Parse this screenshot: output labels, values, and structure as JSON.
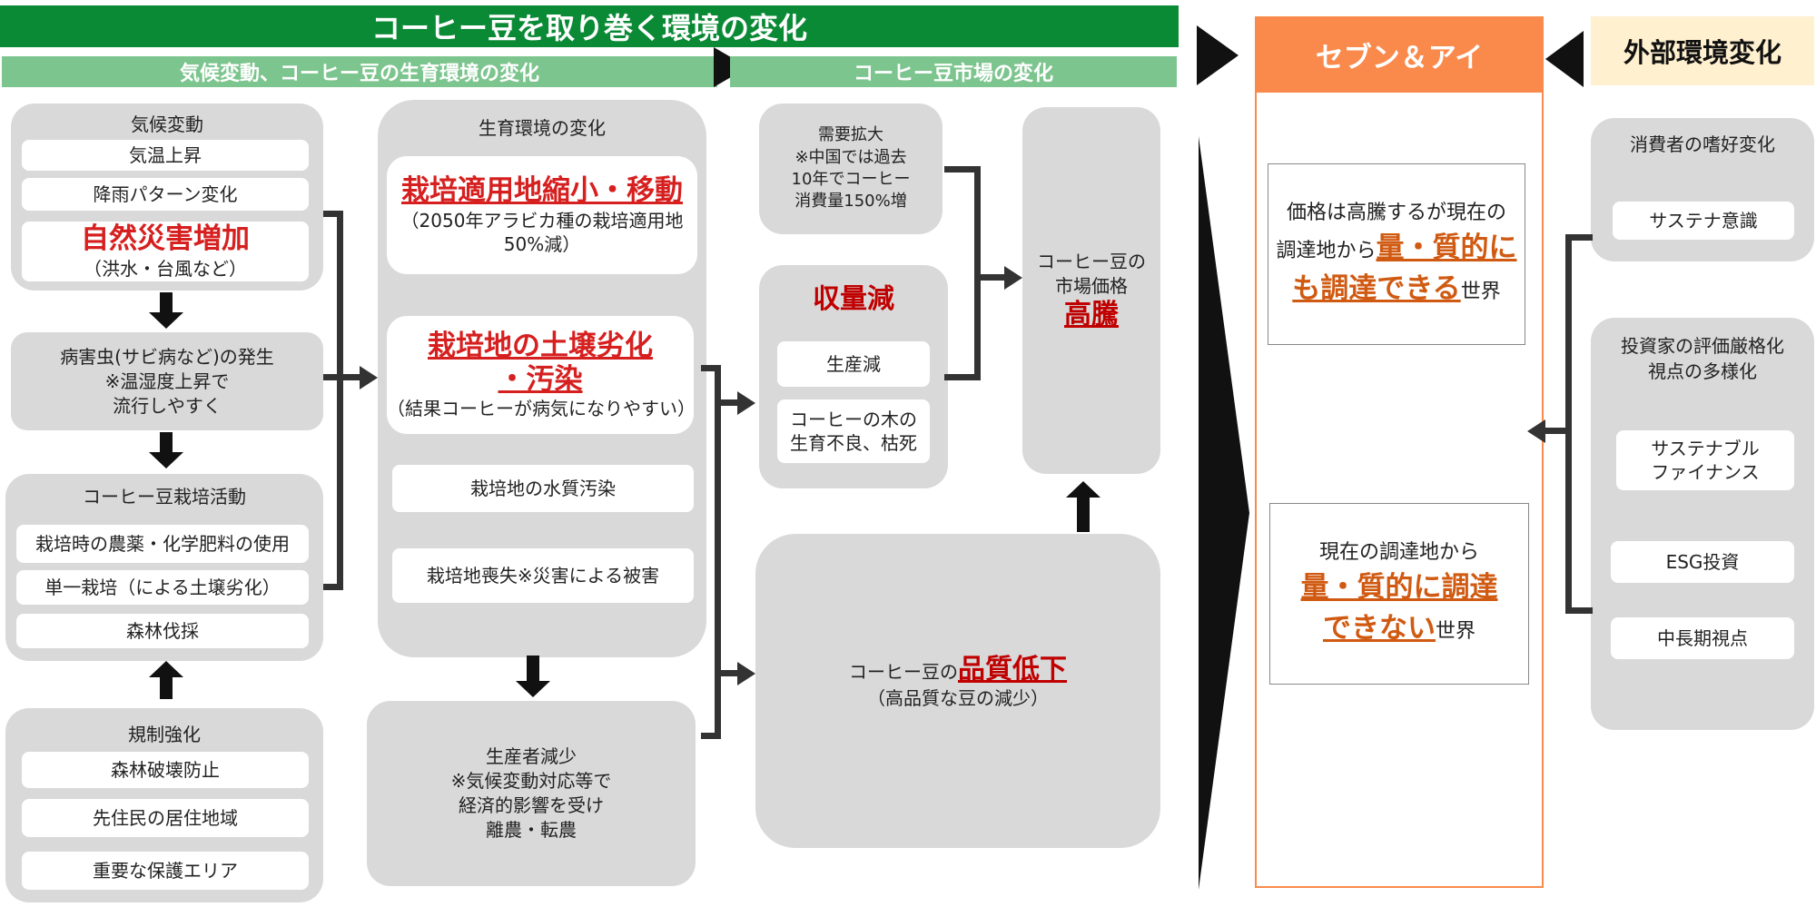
{
  "header": {
    "title": "コーヒー豆を取り巻く環境の変化",
    "sub_left": "気候変動、コーヒー豆の生育環境の変化",
    "sub_right": "コーヒー豆市場の変化",
    "seven": "セブン＆アイ",
    "external": "外部環境変化"
  },
  "climate": {
    "title": "気候変動",
    "item1": "気温上昇",
    "item2": "降雨パターン変化",
    "disaster": "自然災害増加",
    "disaster_note": "（洪水・台風など）"
  },
  "pest": {
    "line1": "病害虫(サビ病など)の発生",
    "line2": "※温湿度上昇で",
    "line3": "流行しやすく"
  },
  "cultivation": {
    "title": "コーヒー豆栽培活動",
    "item1": "栽培時の農薬・化学肥料の使用",
    "item2": "単一栽培（による土壌劣化）",
    "item3": "森林伐採"
  },
  "regulation": {
    "title": "規制強化",
    "item1": "森林破壊防止",
    "item2": "先住民の居住地域",
    "item3": "重要な保護エリア"
  },
  "growth": {
    "title": "生育環境の変化",
    "box1_title": "栽培適用地縮小・移動",
    "box1_note1": "（2050年アラビカ種の栽培適用地",
    "box1_note2": "50%減）",
    "box2_title1": "栽培地の土壌劣化",
    "box2_title2": "・汚染",
    "box2_note": "（結果コーヒーが病気になりやすい）",
    "box3": "栽培地の水質汚染",
    "box4": "栽培地喪失※災害による被害"
  },
  "producer": {
    "line1": "生産者減少",
    "line2": "※気候変動対応等で",
    "line3": "経済的影響を受け",
    "line4": "離農・転農"
  },
  "demand": {
    "line1": "需要拡大",
    "line2": "※中国では過去",
    "line3": "10年でコーヒー",
    "line4": "消費量150%増"
  },
  "yield": {
    "title": "収量減",
    "item1": "生産減",
    "item2_1": "コーヒーの木の",
    "item2_2": "生育不良、枯死"
  },
  "price": {
    "line1": "コーヒー豆の",
    "line2": "市場価格",
    "line3": "高騰"
  },
  "quality": {
    "prefix": "コーヒー豆の",
    "title": "品質低下",
    "note": "（高品質な豆の減少）"
  },
  "seven_scenarios": {
    "s1_l1": "価格は高騰するが現在の",
    "s1_l2a": "調達地から",
    "s1_l2b": "量・質的に",
    "s1_l3a": "も調達できる",
    "s1_l3b": "世界",
    "s2_l1": "現在の調達地から",
    "s2_l2": "量・質的に調達",
    "s2_l3a": "できない",
    "s2_l3b": "世界"
  },
  "consumer": {
    "title": "消費者の嗜好変化",
    "item1": "サステナ意識"
  },
  "investor": {
    "title1": "投資家の評価厳格化",
    "title2": "視点の多様化",
    "item1_1": "サステナブル",
    "item1_2": "ファイナンス",
    "item2": "ESG投資",
    "item3": "中長期視点"
  }
}
